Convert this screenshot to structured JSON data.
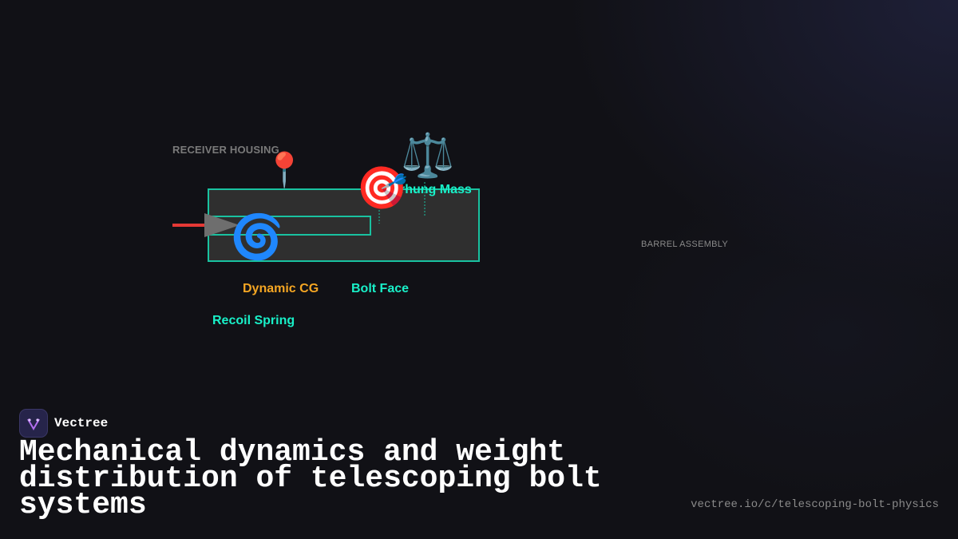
{
  "diagram": {
    "labels": {
      "receiver_housing": "RECEIVER HOUSING",
      "barrel_assembly": "BARREL ASSEMBLY",
      "mass_label": "rhung Mass",
      "dynamic_cg": "Dynamic CG",
      "bolt_face": "Bolt Face",
      "recoil_spring": "Recoil Spring"
    },
    "icons": {
      "pin": "📍",
      "target": "🎯",
      "scales": "⚖️",
      "spiral": "🌀"
    },
    "colors": {
      "housing_outline": "#19c2a0",
      "teal_text": "#19f0c8",
      "orange_text": "#f5a623",
      "arrow_red": "#e53935"
    }
  },
  "footer": {
    "brand": "Vectree",
    "title": "Mechanical dynamics and weight distribution of telescoping bolt systems",
    "url": "vectree.io/c/telescoping-bolt-physics"
  }
}
